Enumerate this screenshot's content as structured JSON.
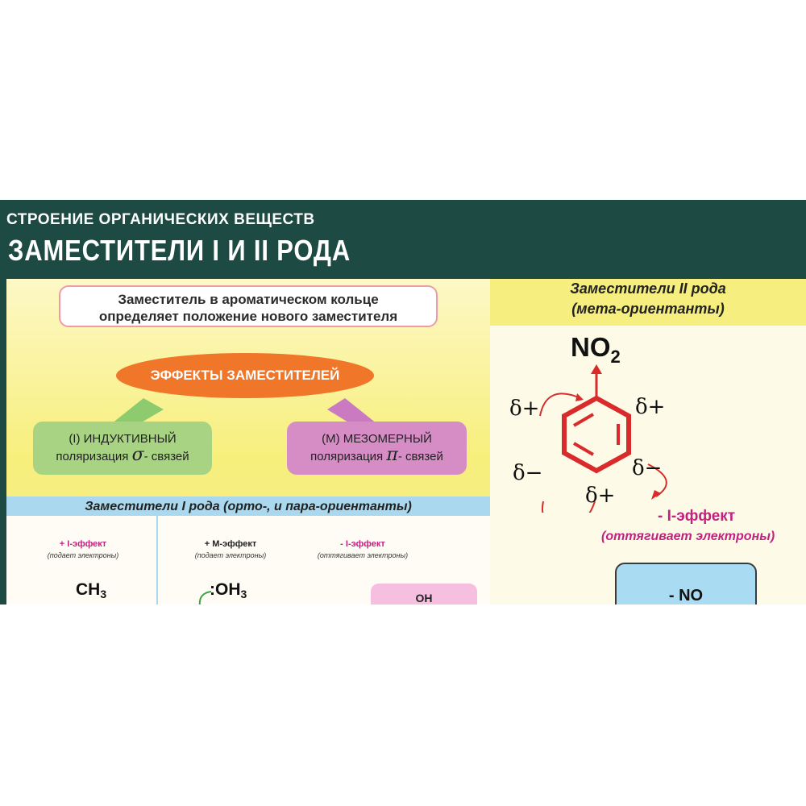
{
  "header": {
    "subtitle": "СТРОЕНИЕ ОРГАНИЧЕСКИХ ВЕЩЕСТВ",
    "title": "ЗАМЕСТИТЕЛИ I И II РОДА"
  },
  "left": {
    "intro_line1": "Заместитель в ароматическом кольце",
    "intro_line2": "определяет положение нового заместителя",
    "effects_label": "ЭФФЕКТЫ ЗАМЕСТИТЕЛЕЙ",
    "inductive": {
      "title": "(I) ИНДУКТИВНЫЙ",
      "pol": "поляризация",
      "symbol": "σ",
      "suffix": "- связей"
    },
    "mesomeric": {
      "title": "(М) МЕЗОМЕРНЫЙ",
      "pol": "поляризация",
      "symbol": "π",
      "suffix": "- связей"
    },
    "type1_band": "Заместители I рода (орто-, и пара-ориентанты)",
    "effects": [
      {
        "title": "+ I-эффект",
        "sub": "(подает электроны)"
      },
      {
        "title": "+ М-эффект",
        "sub": "(подает электроны)"
      },
      {
        "title": "- I-эффект",
        "sub": "(оттягивает электроны)"
      }
    ],
    "formula_ch3": "CH",
    "formula_ch3_sub": "3",
    "formula_oh": ":OH",
    "formula_oh_sub": "3",
    "pinkbox_text": "OH"
  },
  "right": {
    "title_line1": "Заместители II рода",
    "title_line2": "(мета-ориентанты)",
    "no2_label": "NO",
    "no2_sub": "2",
    "delta_plus": "δ+",
    "delta_minus": "δ−",
    "ieffect_title": "- I-эффект",
    "ieffect_sub": "(оттягивает электроны)",
    "bluebox_text": "- NO"
  },
  "colors": {
    "header_bg": "#1d4a43",
    "left_panel": "#f7ef7c",
    "orange_oval": "#f0762a",
    "green_box": "#a7d383",
    "purple_box": "#d68cc5",
    "blue_band": "#a9d8ef",
    "ring_red": "#d92b2b",
    "magenta_text": "#c2227f"
  }
}
